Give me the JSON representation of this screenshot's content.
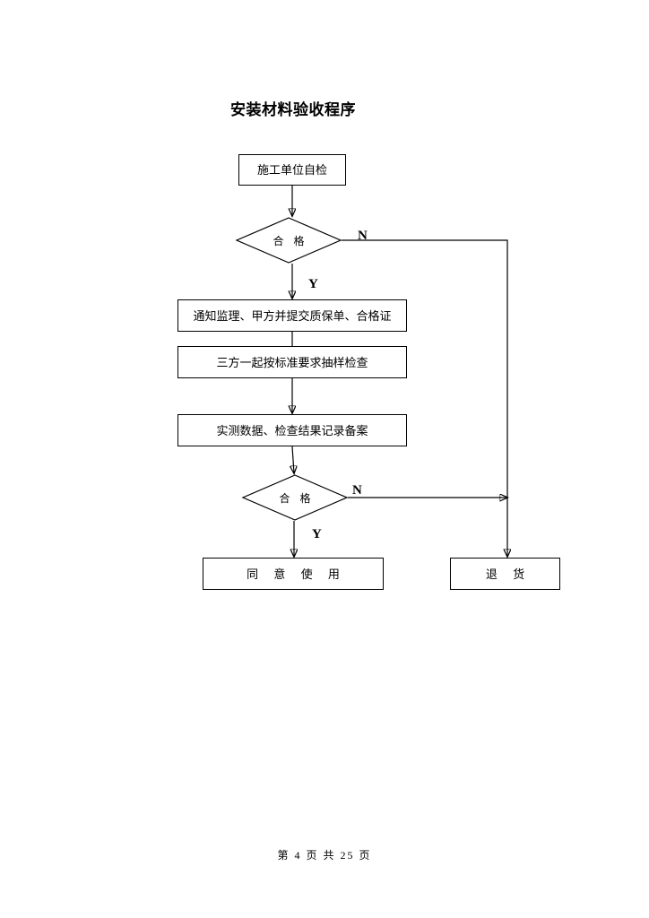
{
  "document": {
    "title": "安装材料验收程序",
    "footer": "第 4 页 共 25 页"
  },
  "flowchart": {
    "type": "flowchart",
    "orientation": "top-to-bottom",
    "nodes": [
      {
        "id": "n1",
        "shape": "rectangle",
        "label": "施工单位自检"
      },
      {
        "id": "d1",
        "shape": "diamond",
        "label": "合 格"
      },
      {
        "id": "n2",
        "shape": "rectangle",
        "label": "通知监理、甲方并提交质保单、合格证"
      },
      {
        "id": "n3",
        "shape": "rectangle",
        "label": "三方一起按标准要求抽样检查"
      },
      {
        "id": "n4",
        "shape": "rectangle",
        "label": "实测数据、检查结果记录备案"
      },
      {
        "id": "d2",
        "shape": "diamond",
        "label": "合 格"
      },
      {
        "id": "t1",
        "shape": "rectangle",
        "label": "同 意 使 用"
      },
      {
        "id": "t2",
        "shape": "rectangle",
        "label": "退 货"
      }
    ],
    "edges": [
      {
        "from": "n1",
        "to": "d1",
        "label": ""
      },
      {
        "from": "d1",
        "to": "n2",
        "label": "Y"
      },
      {
        "from": "d1",
        "to": "t2",
        "label": "N"
      },
      {
        "from": "n2",
        "to": "n3",
        "label": ""
      },
      {
        "from": "n3",
        "to": "n4",
        "label": ""
      },
      {
        "from": "n4",
        "to": "d2",
        "label": ""
      },
      {
        "from": "d2",
        "to": "t1",
        "label": "Y"
      },
      {
        "from": "d2",
        "to": "t2",
        "label": "N"
      }
    ],
    "branch_labels": {
      "yes": "Y",
      "no": "N"
    },
    "colors": {
      "stroke": "#000000",
      "fill": "#ffffff",
      "text": "#000000"
    }
  }
}
